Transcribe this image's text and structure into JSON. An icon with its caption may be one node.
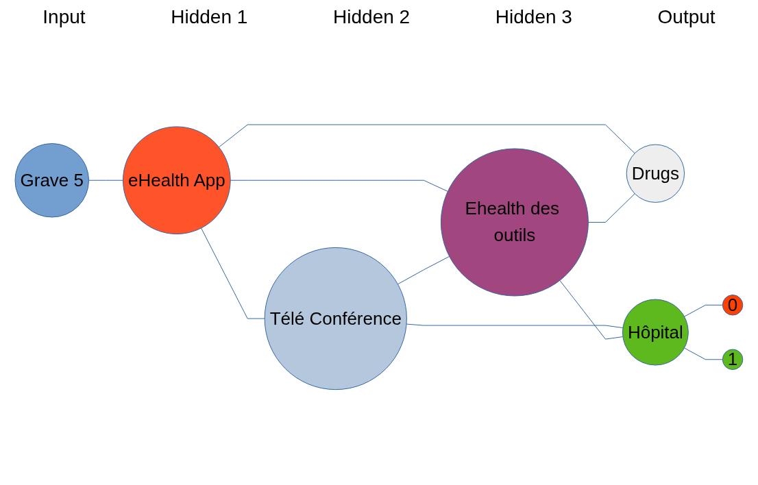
{
  "diagram": {
    "nodes": [
      {
        "text": [
          "Grave 5"
        ]
      },
      {
        "text": [
          "eHealth App"
        ]
      },
      {
        "text": [
          "Télé Conférence"
        ]
      },
      {
        "text": [
          "Ehealth des outils"
        ]
      },
      {
        "text": [
          "Drugs"
        ]
      },
      {
        "text": [
          "Hôpital"
        ]
      },
      {
        "text": [
          "0"
        ]
      },
      {
        "text": [
          "1"
        ]
      }
    ],
    "edges": [
      {
        "from": 0,
        "to": 1,
        "arrow": "none"
      },
      {
        "from": 1,
        "to": 2,
        "arrow": "none"
      },
      {
        "from": 1,
        "to": 3,
        "arrow": "none"
      },
      {
        "from": 1,
        "to": 4,
        "arrow": "none"
      },
      {
        "from": 2,
        "to": 3,
        "arrow": "none"
      },
      {
        "from": 3,
        "to": 4,
        "arrow": "none"
      },
      {
        "from": 2,
        "to": 5,
        "arrow": "none"
      },
      {
        "from": 3,
        "to": 5,
        "arrow": "none"
      },
      {
        "from": 5,
        "to": 6,
        "arrow": "none"
      },
      {
        "from": 5,
        "to": 7,
        "arrow": "none"
      }
    ],
    "labels": [
      "Input",
      "Hidden 1",
      "Hidden 2",
      "Hidden 3",
      "Output"
    ]
  }
}
